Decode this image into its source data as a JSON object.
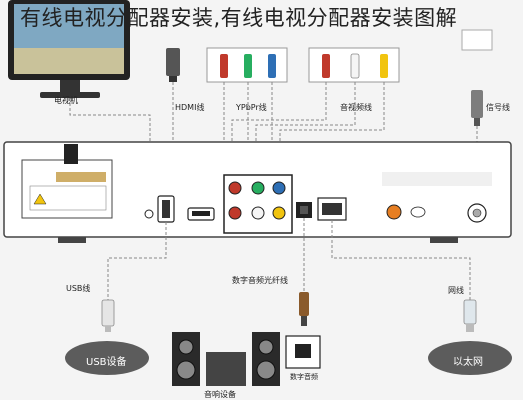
{
  "headline": "有线电视分配器安装,有线电视分配器安装图解",
  "labels": {
    "tv": "电视机",
    "hdmi": "HDMI线",
    "ypbpr": "YPbPr线",
    "audio_video": "音视频线",
    "signal": "信号线",
    "usb_line": "USB线",
    "optical_line": "数字音频光纤线",
    "ethernet_line": "网线",
    "usb_device": "USB设备",
    "ethernet": "以太网",
    "speaker": "音响设备",
    "digital_audio": "数字音频"
  },
  "colors": {
    "dashed_line": "#888888",
    "device_body": "#ffffff",
    "panel_dark": "#1a1a1a",
    "rca_red": "#c0392b",
    "rca_green": "#27ae60",
    "rca_blue": "#2e6fb5",
    "rca_white": "#f5f5f5",
    "rca_yellow": "#f1c40f",
    "ellipse_fill": "#5c5c5c"
  }
}
